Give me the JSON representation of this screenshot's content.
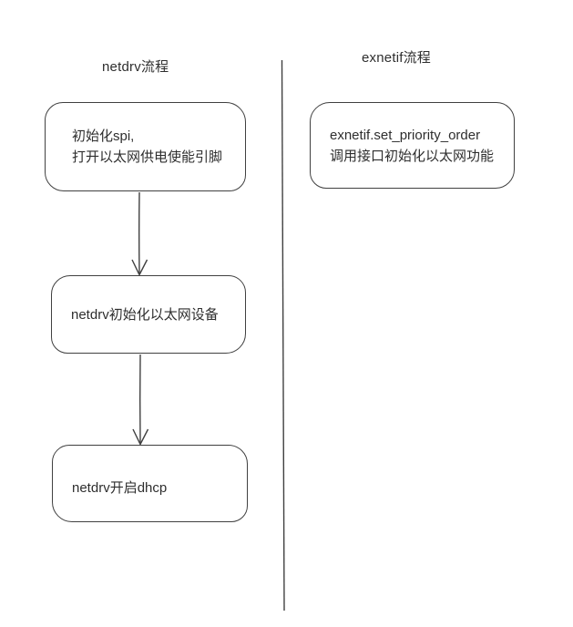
{
  "diagram": {
    "background": "#ffffff",
    "stroke_color": "#404040",
    "text_color": "#2e2e2e",
    "columns": [
      {
        "title": "netdrv流程"
      },
      {
        "title": "exnetif流程"
      }
    ],
    "nodes": [
      {
        "name": "init-spi",
        "column": "netdrv",
        "lines": [
          "初始化spi,",
          "打开以太网供电使能引脚"
        ]
      },
      {
        "name": "netdrv-init-ethernet",
        "column": "netdrv",
        "lines": [
          "netdrv初始化以太网设备"
        ]
      },
      {
        "name": "netdrv-start-dhcp",
        "column": "netdrv",
        "lines": [
          "netdrv开启dhcp"
        ]
      },
      {
        "name": "exnetif-set-priority-order",
        "column": "exnetif",
        "lines": [
          "exnetif.set_priority_order",
          "调用接口初始化以太网功能"
        ]
      }
    ],
    "edges": [
      {
        "from": "init-spi",
        "to": "netdrv-init-ethernet"
      },
      {
        "from": "netdrv-init-ethernet",
        "to": "netdrv-start-dhcp"
      }
    ]
  }
}
